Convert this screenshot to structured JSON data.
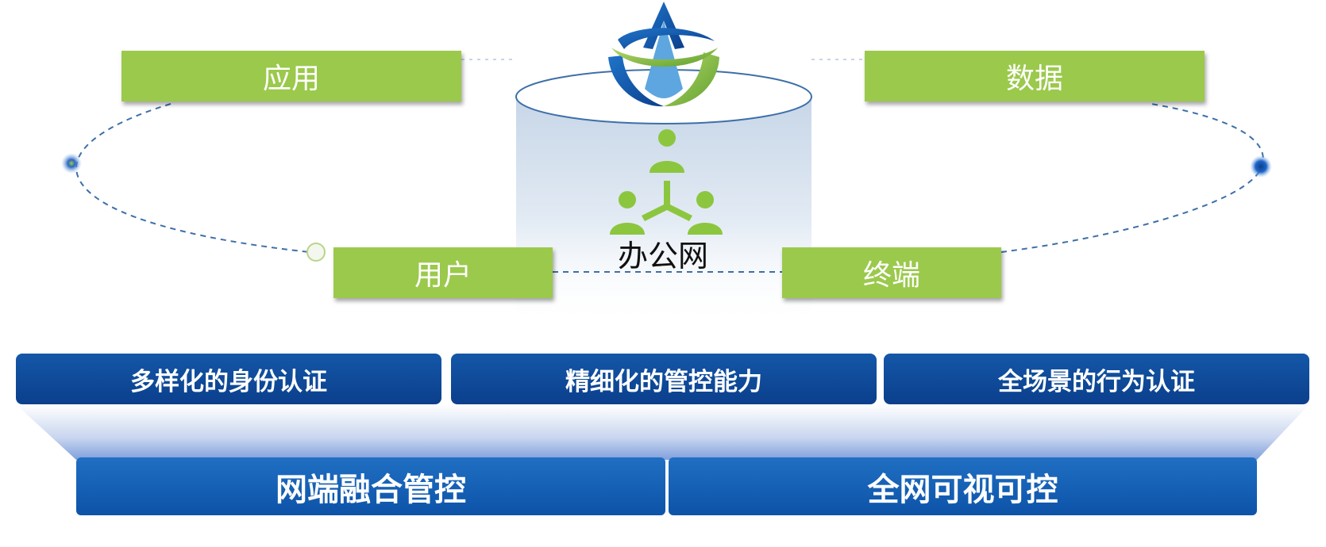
{
  "nodes": {
    "app": "应用",
    "data": "数据",
    "user": "用户",
    "terminal": "终端"
  },
  "center": {
    "label": "办公网",
    "icon": "people-network-icon",
    "logo": "triangle-swoosh-logo"
  },
  "capabilities": [
    "多样化的身份认证",
    "精细化的管控能力",
    "全场景的行为认证"
  ],
  "foundation": [
    "网端融合管控",
    "全网可视可控"
  ],
  "colors": {
    "node_green": "#9bc94c",
    "capability_blue": "#0b3f8c",
    "foundation_blue": "#1261b8",
    "ring_dash": "#3d6fa8"
  }
}
